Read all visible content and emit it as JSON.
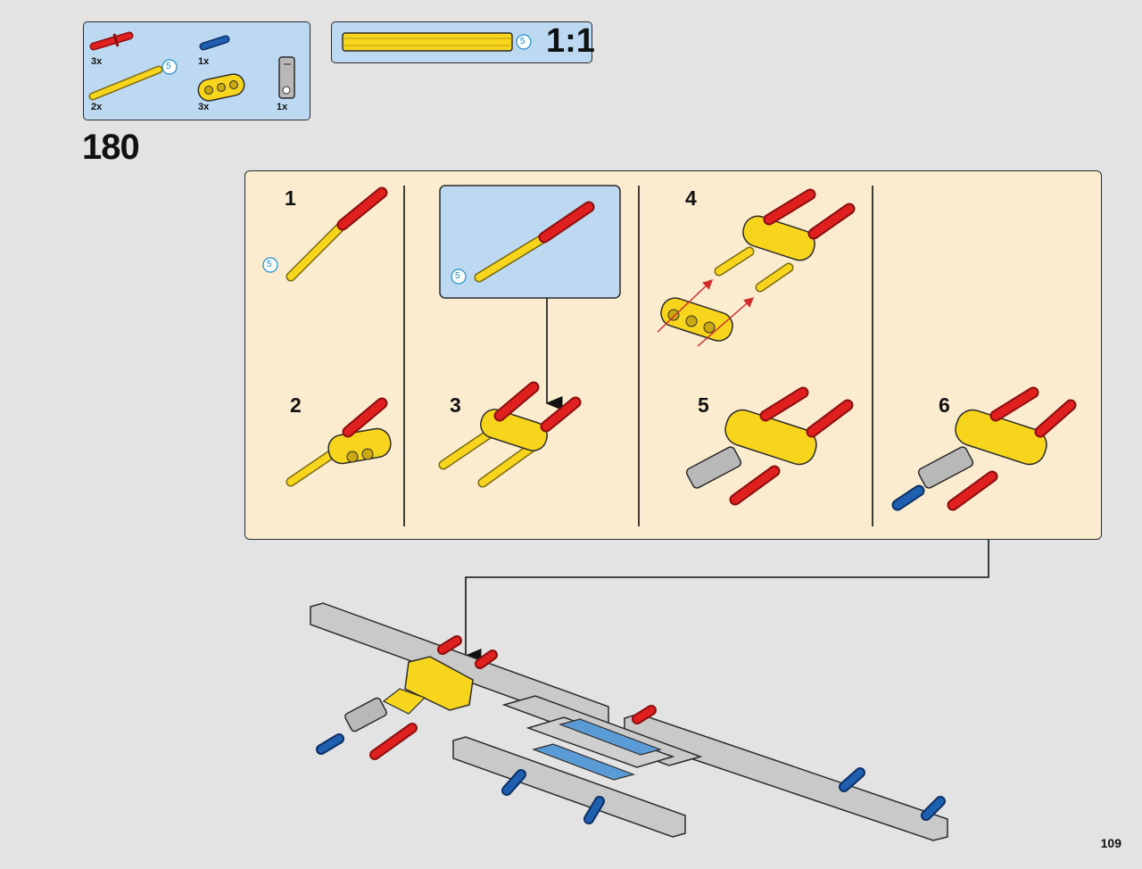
{
  "step": {
    "number": "180"
  },
  "parts_list": {
    "items": [
      {
        "name": "red-friction-pin-long",
        "qty": "3x"
      },
      {
        "name": "blue-axle-pin",
        "qty": "1x"
      },
      {
        "name": "yellow-axle",
        "qty": "2x",
        "length_callout": "5"
      },
      {
        "name": "yellow-liftarm-1x3",
        "qty": "3x"
      },
      {
        "name": "gray-connector",
        "qty": "1x"
      }
    ]
  },
  "scale_reference": {
    "length_callout": "5",
    "ratio": "1:1"
  },
  "substeps": [
    {
      "label": "1",
      "callout": "5"
    },
    {
      "label": "",
      "callout": "5"
    },
    {
      "label": "2"
    },
    {
      "label": "3"
    },
    {
      "label": "4"
    },
    {
      "label": "5"
    },
    {
      "label": "6"
    }
  ],
  "page": {
    "number": "109"
  },
  "colors": {
    "page_bg": "#e3e3e3",
    "callout_blue": "#bdd9f2",
    "panel_cream": "#fbecd0",
    "lego_red": "#e01f1f",
    "lego_yellow": "#f7d51d",
    "lego_blue": "#1f5fb0",
    "lego_gray": "#b8b8b8",
    "lego_light_blue": "#5b9bd5",
    "callout_number": "#1a8fc9"
  }
}
